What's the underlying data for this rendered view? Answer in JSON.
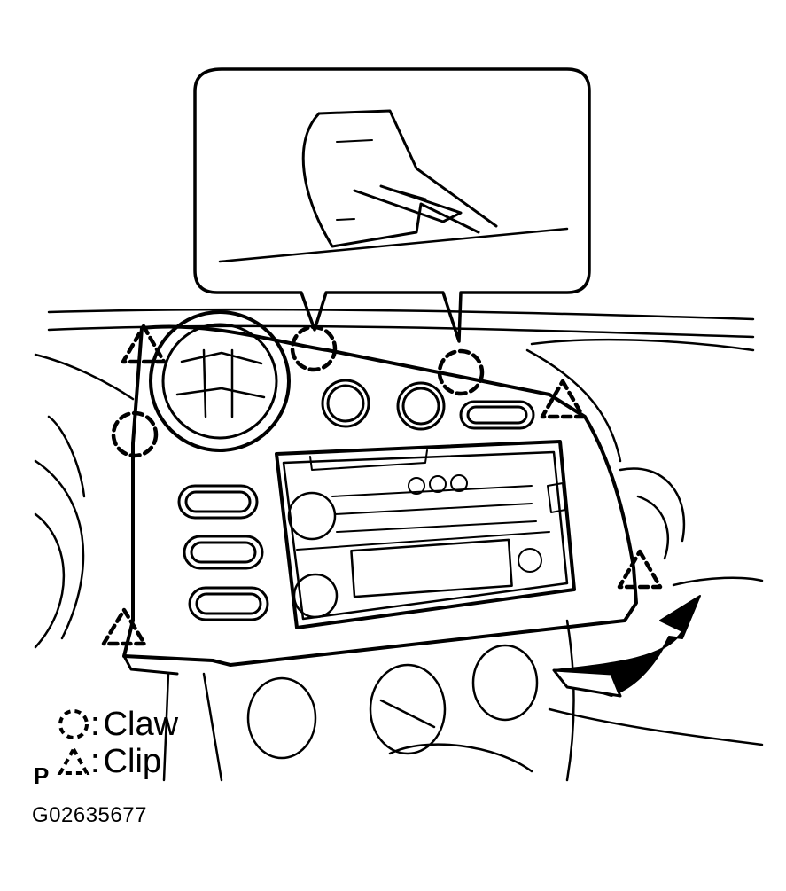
{
  "legend": {
    "claw_label": "Claw",
    "clip_label": "Clip",
    "separator": ":"
  },
  "corner_letter": "P",
  "figure_code": "G02635677",
  "icons": {
    "claw": "dashed-circle-icon",
    "clip": "dashed-triangle-icon",
    "removal_direction": "curved-arrow-icon"
  },
  "colors": {
    "line": "#000000",
    "background": "#ffffff"
  }
}
